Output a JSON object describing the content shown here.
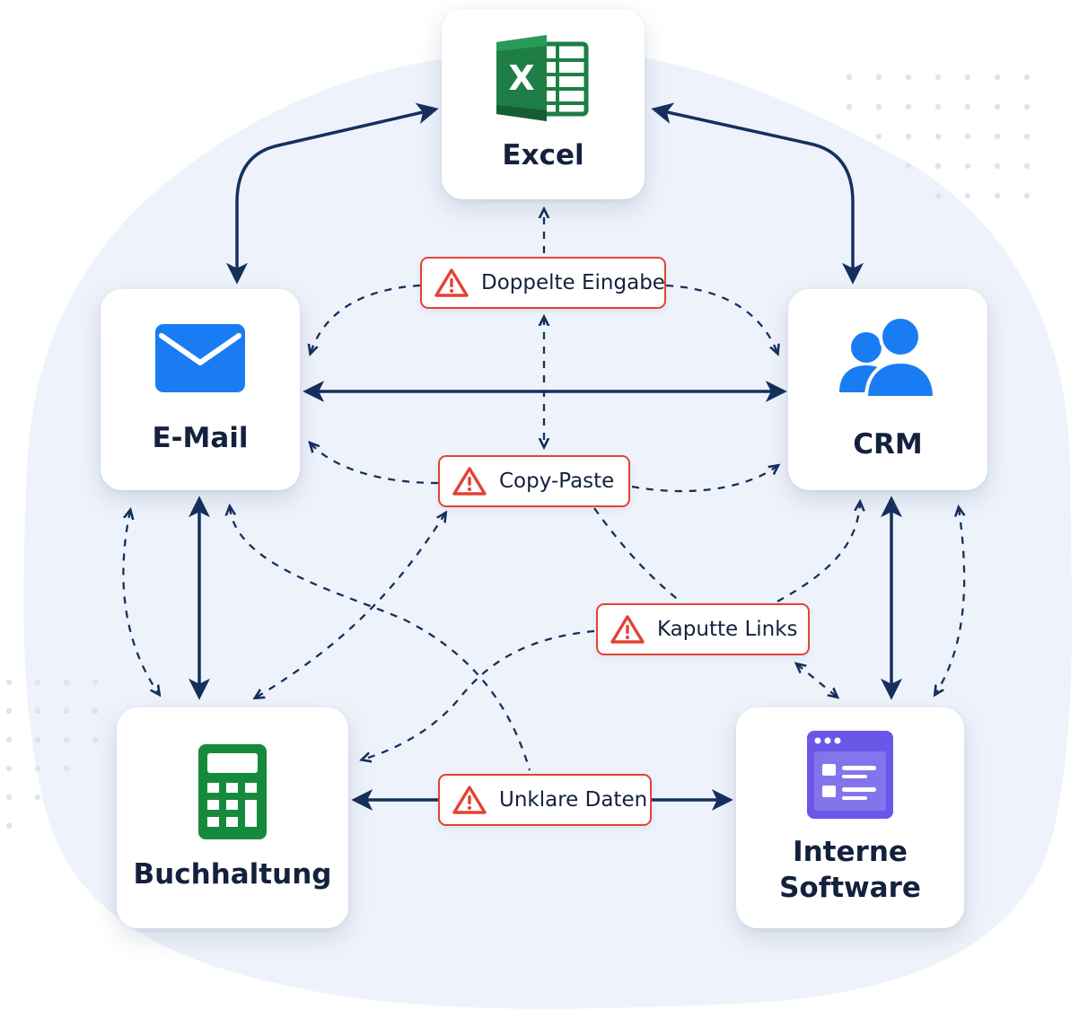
{
  "colors": {
    "blob": "#eef3fb",
    "dots": "#dbe4f2",
    "solid_arrow": "#16305e",
    "dashed_arrow": "#16305e",
    "warning_border": "#e34234",
    "warning_icon": "#e34234",
    "label_text": "#14213d",
    "excel_green": "#1e7e45",
    "excel_green_dark": "#155d33",
    "mail_blue": "#1a7cf2",
    "crm_blue": "#1a7cf2",
    "calc_green": "#168a3c",
    "app_purple": "#6a56e8"
  },
  "nodes": {
    "excel": {
      "label": "Excel",
      "icon": "excel-logo-icon"
    },
    "email": {
      "label": "E-Mail",
      "icon": "envelope-icon"
    },
    "crm": {
      "label": "CRM",
      "icon": "users-icon"
    },
    "buchhaltung": {
      "label": "Buchhaltung",
      "icon": "calculator-icon"
    },
    "software": {
      "label_line1": "Interne",
      "label_line2": "Software",
      "icon": "app-window-icon"
    }
  },
  "warnings": {
    "doppelte": {
      "label": "Doppelte Eingabe",
      "icon": "warning-triangle-icon"
    },
    "copypaste": {
      "label": "Copy-Paste",
      "icon": "warning-triangle-icon"
    },
    "kaputte": {
      "label": "Kaputte Links",
      "icon": "warning-triangle-icon"
    },
    "unklare": {
      "label": "Unklare Daten",
      "icon": "warning-triangle-icon"
    }
  }
}
